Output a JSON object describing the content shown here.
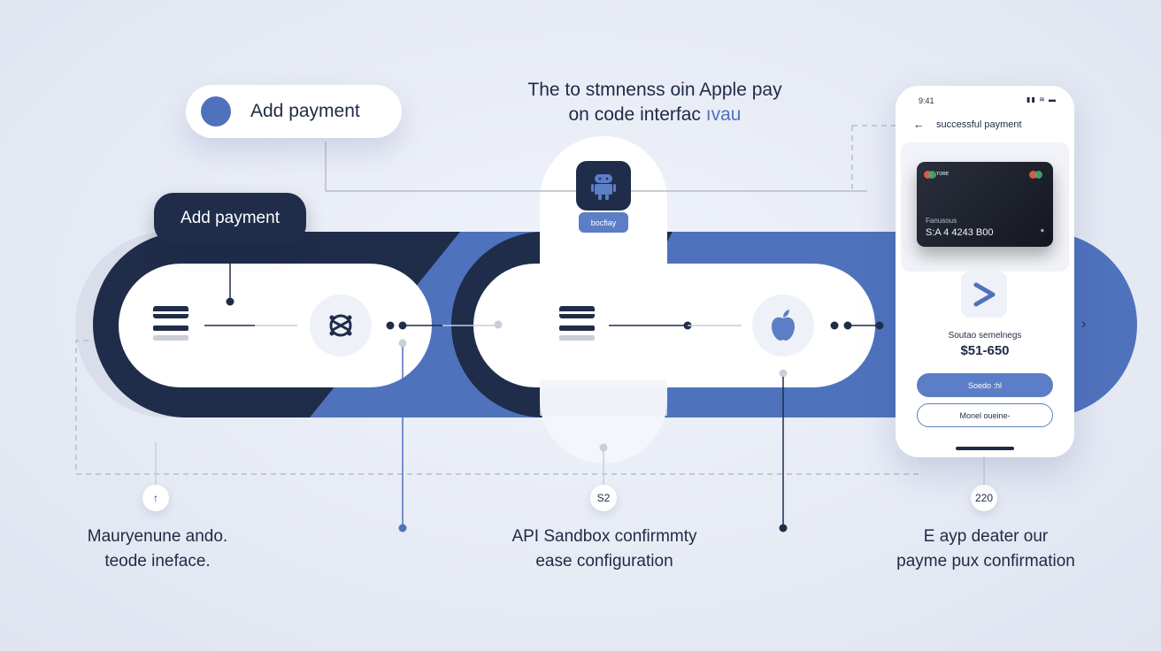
{
  "header": {
    "line1": "The to stmnenss oin Apple pay",
    "line2": "on code interfac",
    "line2_accent": "ıvau"
  },
  "pill_top": {
    "label": "Add payment"
  },
  "pill_dark": {
    "label": "Add payment"
  },
  "android_tag": {
    "label": "bocfiay"
  },
  "steps": [
    {
      "badge": "↑",
      "caption_1": "Mauryenune ando.",
      "caption_2": "teode ineface."
    },
    {
      "badge": "S2",
      "caption_1": "API Sandbox confirmmty",
      "caption_2": "ease configuration"
    },
    {
      "badge": "220",
      "caption_1": "E ayp deater our",
      "caption_2": "payme pux confirmation"
    }
  ],
  "phone": {
    "status_time": "9:41",
    "status_icons": "▮▮ ≋ ▬",
    "back": "←",
    "title": "successful payment",
    "card": {
      "brand": "ᴛᴏʀᴇ",
      "label": "Fanusous",
      "number": "S:A 4 4243 B00",
      "star": "*"
    },
    "subtitle": "Soutao semelnegs",
    "amount": "$51-650",
    "primary_button": "Soedo :hl",
    "secondary_button": "Monel oueine-"
  },
  "colors": {
    "navy": "#1f2d4a",
    "blue": "#4f72bd",
    "light_blue": "#5b7ec6"
  },
  "icons": [
    "card-icon",
    "link-icon",
    "android-icon",
    "apple-icon",
    "chevron-right-icon",
    "arrow-back-icon"
  ]
}
